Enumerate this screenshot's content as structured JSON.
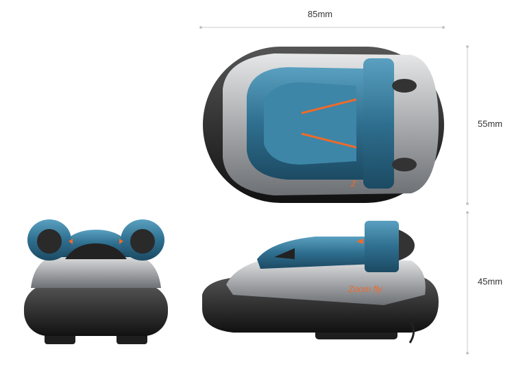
{
  "dimensions": {
    "length": "85mm",
    "width": "55mm",
    "height": "45mm"
  },
  "product": {
    "logo_text": "Zoom fly"
  },
  "colors": {
    "body_blue": "#2f6f8f",
    "trim_orange": "#f06a2a",
    "skirt_black": "#1e1e1e",
    "hull_silver": "#b8babd",
    "dimension_line": "#c8c8c8"
  }
}
